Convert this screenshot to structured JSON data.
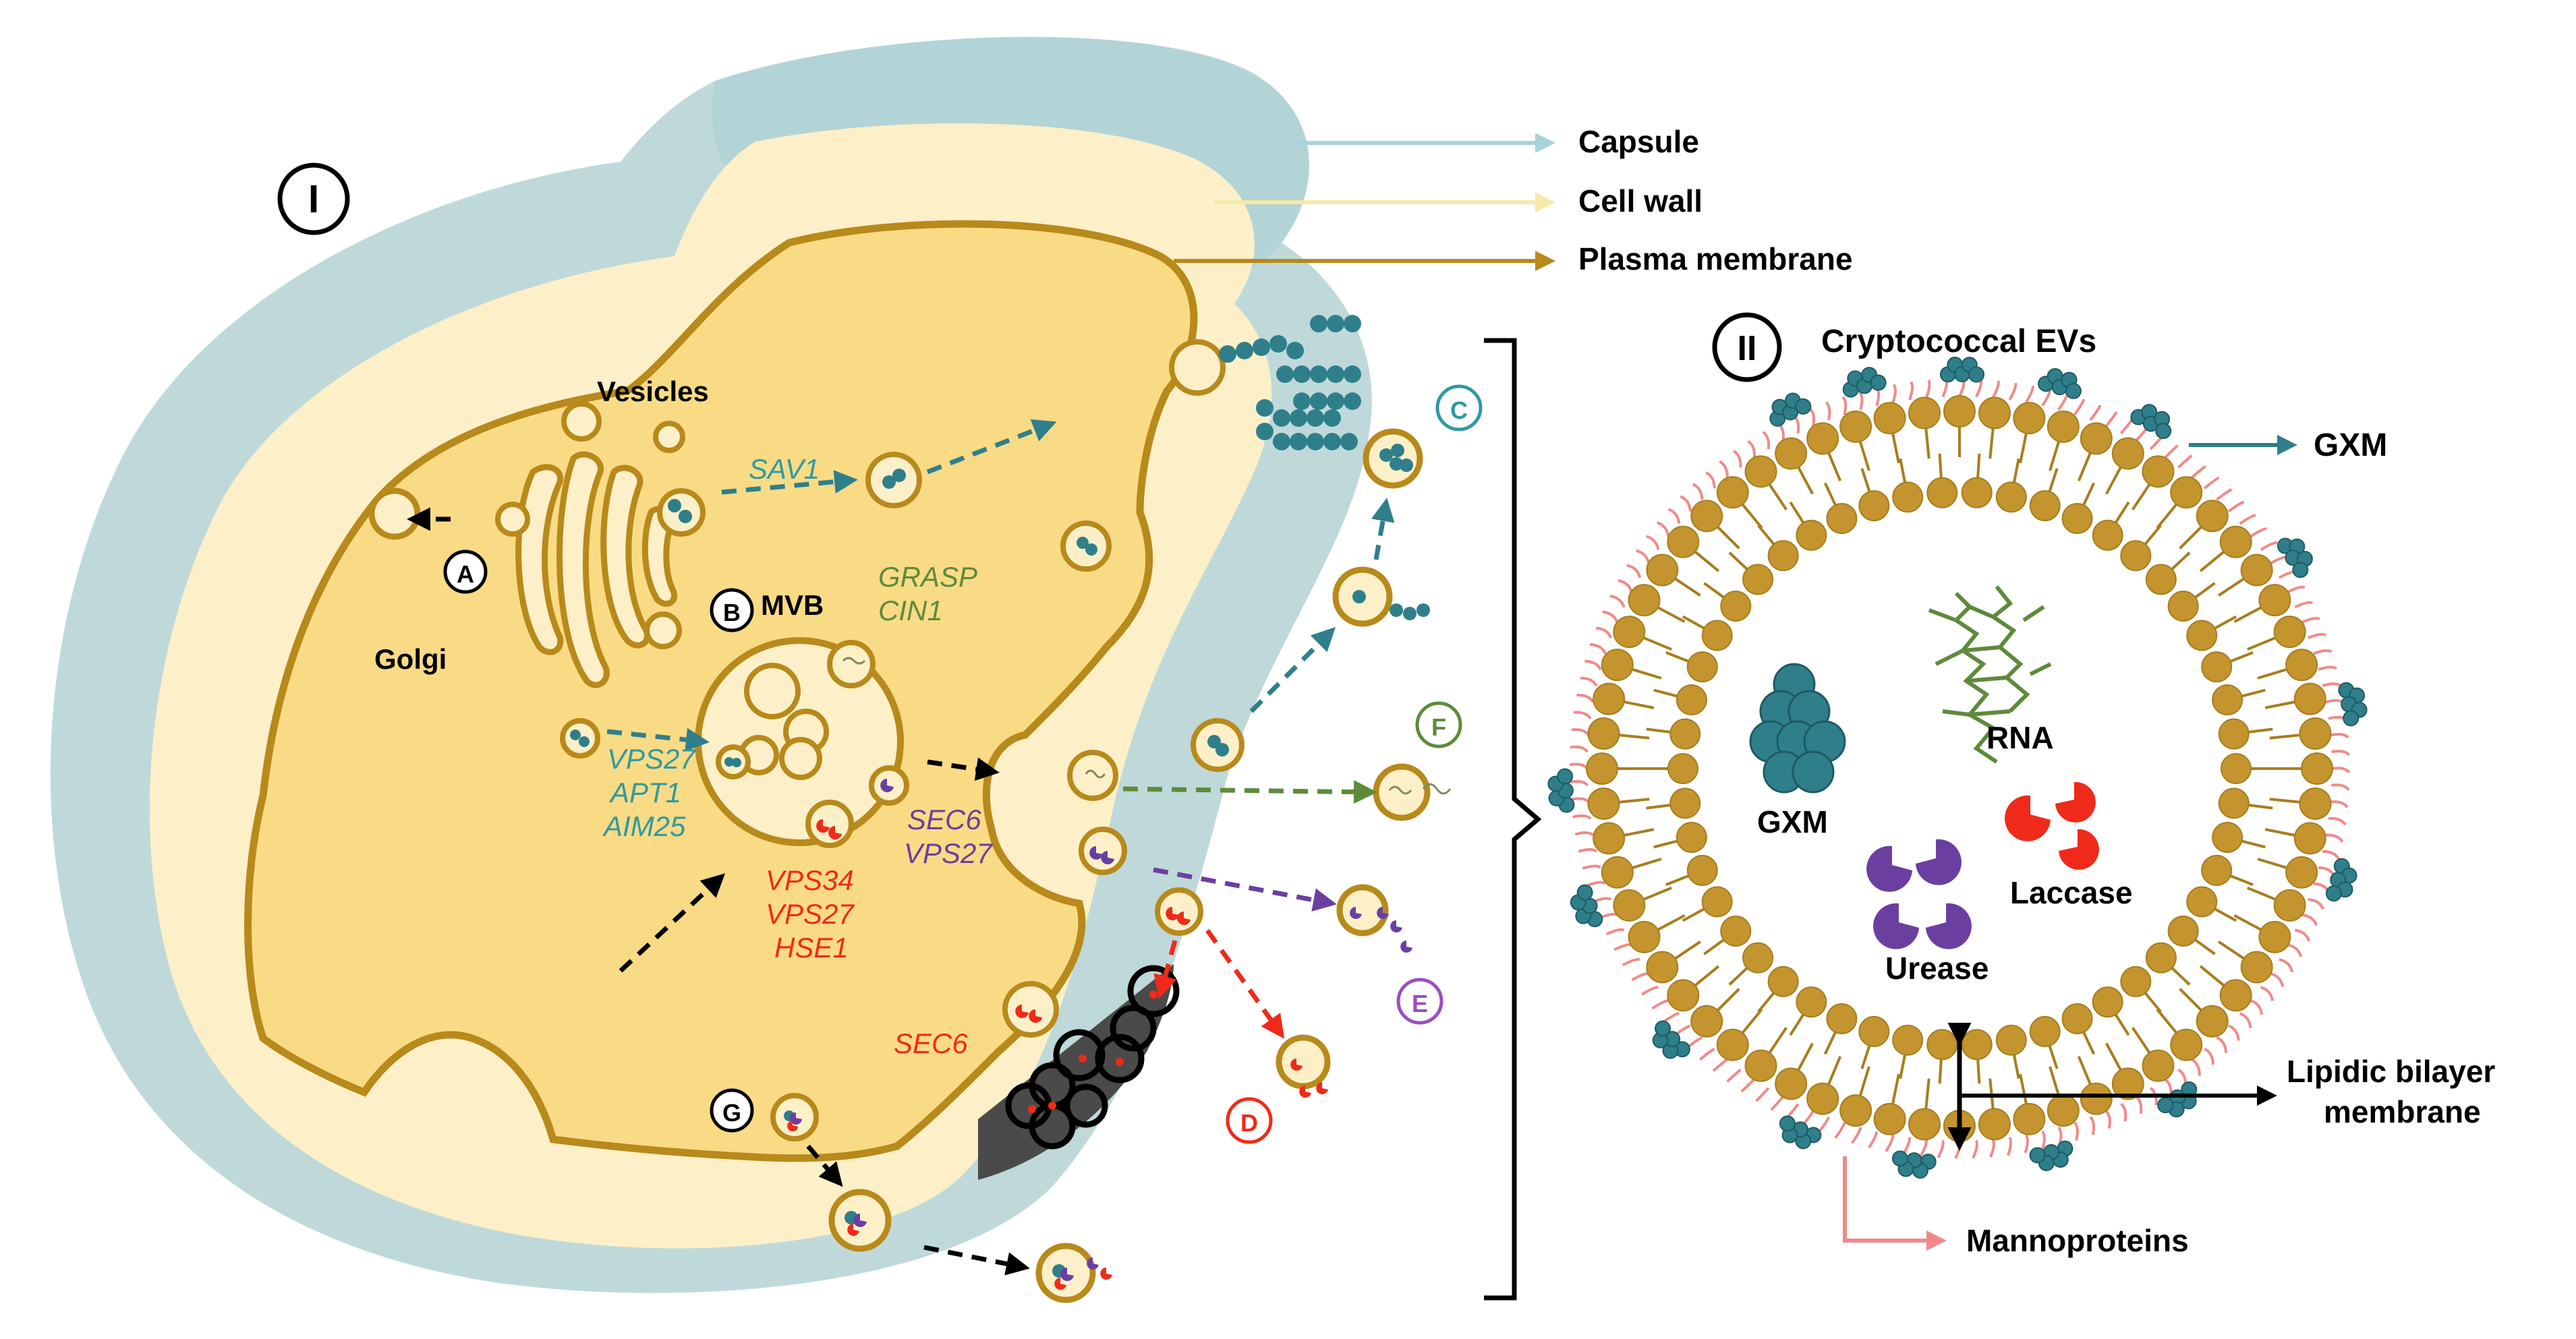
{
  "panel_markers": {
    "panel1": "I",
    "panel2": "II"
  },
  "legend": {
    "capsule": "Capsule",
    "cell_wall": "Cell wall",
    "plasma_membrane": "Plasma membrane"
  },
  "labels": {
    "vesicles": "Vesicles",
    "golgi": "Golgi",
    "mvb": "MVB"
  },
  "pathway_markers": {
    "a": "A",
    "b": "B",
    "c": "C",
    "d": "D",
    "e": "E",
    "f": "F",
    "g": "G"
  },
  "genes": {
    "sav1": "SAV1",
    "grasp": "GRASP",
    "cin1": "CIN1",
    "vps27_teal": "VPS27",
    "apt1": "APT1",
    "aim25": "AIM25",
    "vps34": "VPS34",
    "vps27_red": "VPS27",
    "hse1": "HSE1",
    "sec6_purple": "SEC6",
    "vps27_purple": "VPS27",
    "sec6_red": "SEC6"
  },
  "ev_panel": {
    "title": "Cryptococcal EVs",
    "gxm_out": "GXM",
    "gxm_in": "GXM",
    "rna": "RNA",
    "laccase": "Laccase",
    "urease": "Urease",
    "lipid_line1": "Lipidic bilayer",
    "lipid_line2": "membrane",
    "mannoproteins": "Mannoproteins"
  },
  "colors": {
    "capsule": "#bfd9da",
    "capsule_dark": "#a7cfd2",
    "cell_wall": "#fdf0c8",
    "cytoplasm": "#fadb85",
    "membrane": "#b8891b",
    "teal": "#2f7f8b",
    "green": "#5e8a3c",
    "red": "#f02a1a",
    "purple": "#6b3fa0",
    "mannoprotein": "#f08a8a",
    "melanin": "#4a4a4a"
  },
  "icons": [
    "gxm-cluster-icon",
    "rna-strand-icon",
    "laccase-protein-icon",
    "urease-protein-icon",
    "ev-vesicle-icon"
  ]
}
